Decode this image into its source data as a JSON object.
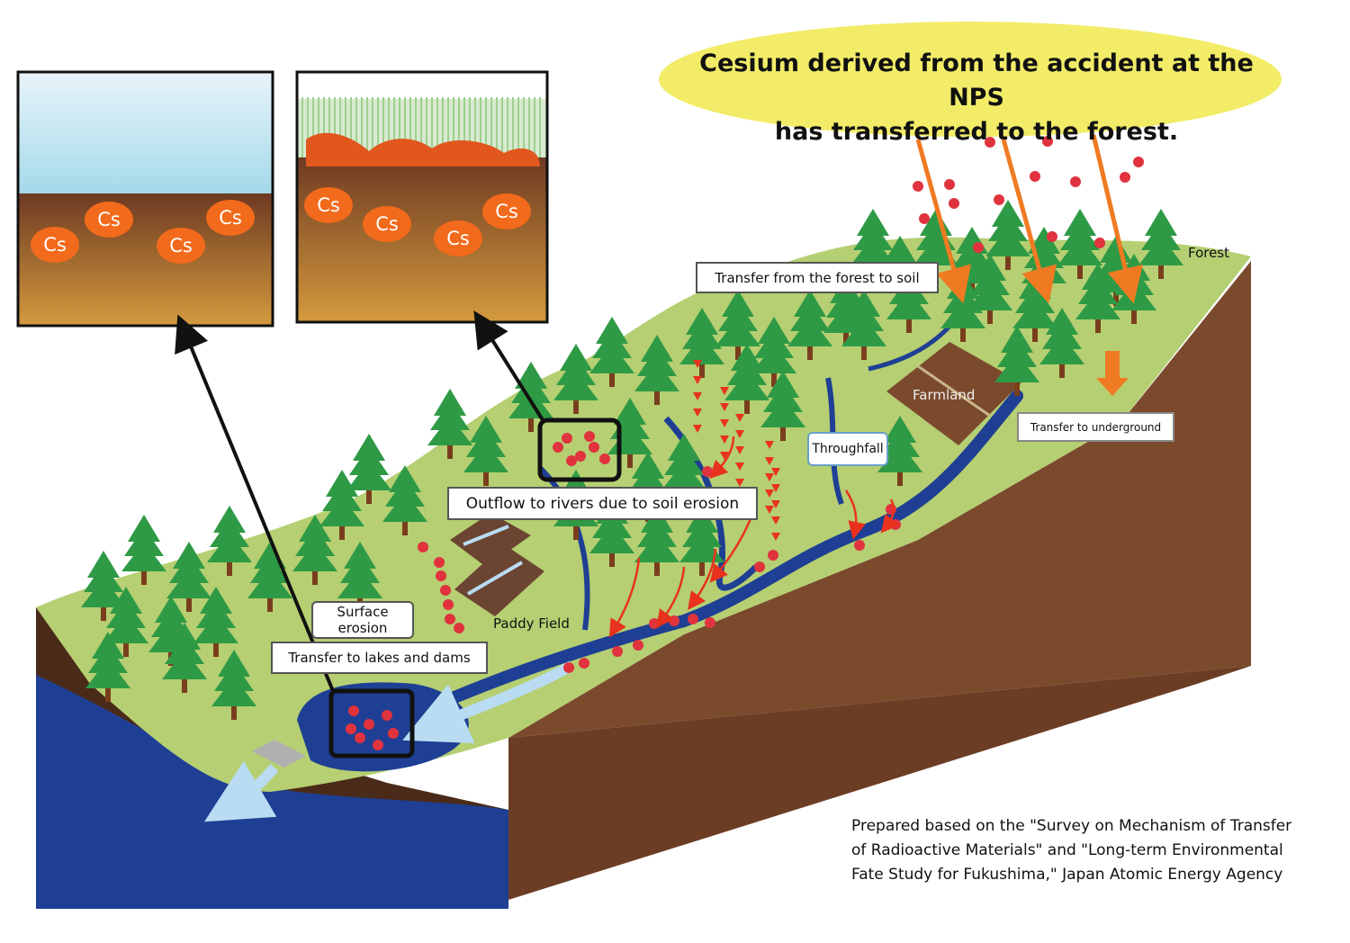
{
  "headline": {
    "line1": "Cesium derived from the accident at the NPS",
    "line2": "has transferred to the forest."
  },
  "insets": {
    "water_sediment_symbol": "Cs",
    "forest_litter_symbol": "Cs"
  },
  "labels": {
    "forest": "Forest",
    "transfer_forest_to_soil": "Transfer from the forest to soil",
    "farmland": "Farmland",
    "transfer_to_underground": "Transfer to underground",
    "throughfall": "Throughfall",
    "outflow_rivers": "Outflow to rivers due to soil erosion",
    "surface_erosion_line1": "Surface",
    "surface_erosion_line2": "erosion",
    "transfer_lakes_dams": "Transfer to lakes and dams",
    "paddy_field": "Paddy Field"
  },
  "credit": {
    "line1": "Prepared based on the \"Survey on Mechanism of Transfer",
    "line2": "of Radioactive Materials\" and \"Long-term Environmental",
    "line3": "Fate Study for Fukushima,\" Japan Atomic Energy Agency"
  },
  "colors": {
    "grass": "#b5cf72",
    "soil": "#7b4a2d",
    "dark_soil": "#4a2a18",
    "water": "#1f3f94",
    "tree": "#2f9a45",
    "cesium": "#e0333e",
    "arrow_orange": "#f07a22",
    "headline_bubble": "#f2ec68"
  }
}
